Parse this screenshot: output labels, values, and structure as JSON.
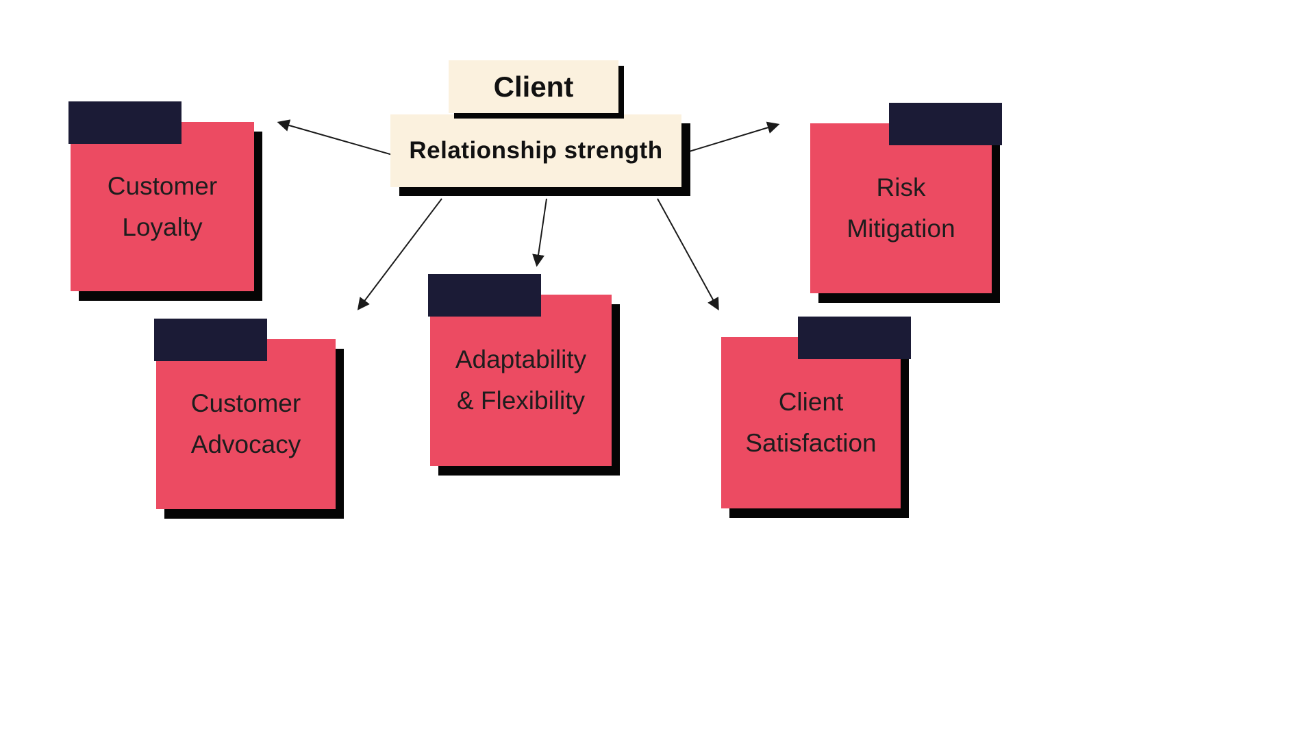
{
  "diagram": {
    "type": "mind-map",
    "center": {
      "title": "Client",
      "subtitle": "Relationship strength"
    },
    "nodes": [
      {
        "id": "customer-loyalty",
        "label": "Customer\nLoyalty",
        "tab_side": "left",
        "position": "top-left"
      },
      {
        "id": "risk-mitigation",
        "label": "Risk\nMitigation",
        "tab_side": "right",
        "position": "top-right"
      },
      {
        "id": "customer-advocacy",
        "label": "Customer\nAdvocacy",
        "tab_side": "left",
        "position": "bottom-left"
      },
      {
        "id": "adaptability-flexibility",
        "label": "Adaptability\n& Flexibility",
        "tab_side": "left",
        "position": "bottom-center"
      },
      {
        "id": "client-satisfaction",
        "label": "Client\nSatisfaction",
        "tab_side": "right",
        "position": "bottom-right"
      }
    ],
    "connections": [
      {
        "from": "center",
        "to": "customer-loyalty"
      },
      {
        "from": "center",
        "to": "risk-mitigation"
      },
      {
        "from": "center",
        "to": "customer-advocacy"
      },
      {
        "from": "center",
        "to": "adaptability-flexibility"
      },
      {
        "from": "center",
        "to": "client-satisfaction"
      }
    ]
  },
  "colors": {
    "background": "#ffffff",
    "node_fill": "#EC4B62",
    "tab_fill": "#1B1B36",
    "center_fill": "#FBF1DE",
    "shadow": "#050505",
    "arrow": "#1a1a1a"
  }
}
